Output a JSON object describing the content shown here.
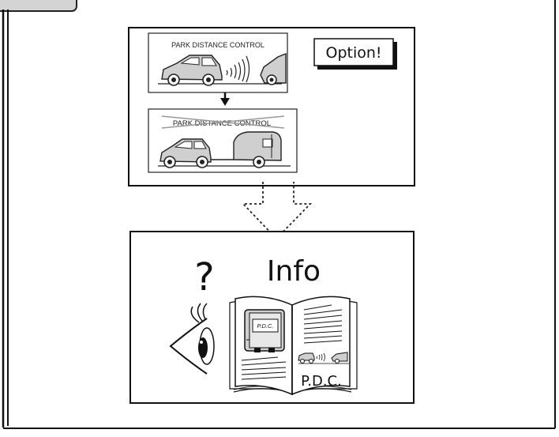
{
  "top_panel": {
    "label_pdc": "PARK DISTANCE CONTROL",
    "label_pdc_crossed": "PARK DISTANCE CONTROL",
    "option_label": "Option!"
  },
  "bottom_panel": {
    "question_mark": "?",
    "info_label": "Info",
    "module_label": "P.D.C.",
    "page_label": "P.D.C."
  }
}
